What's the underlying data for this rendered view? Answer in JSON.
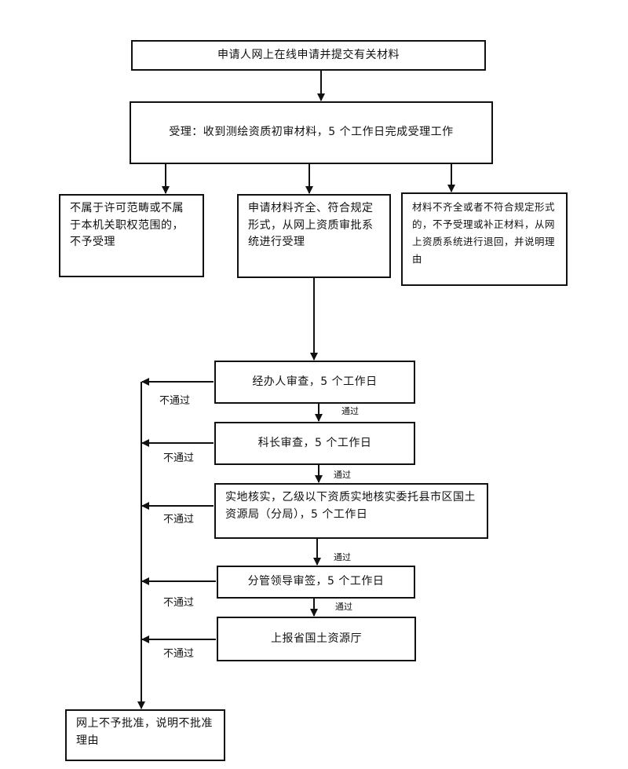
{
  "boxes": {
    "apply": "申请人网上在线申请并提交有关材料",
    "accept": "受理：收到测绘资质初审材料，5 个工作日完成受理工作",
    "not_in_scope": "不属于许可范畴或不属于本机关职权范围的，不予受理",
    "complete": "申请材料齐全、符合规定形式，从网上资质审批系统进行受理",
    "incomplete": "材料不齐全或者不符合规定形式的，不予受理或补正材料，从网上资质系统进行退回，并说明理由",
    "handler_review": "经办人审查，5 个工作日",
    "section_chief_review": "科长审查，5 个工作日",
    "field_verification": "实地核实，乙级以下资质实地核实委托县市区国土资源局（分局），5 个工作日",
    "leader_sign": "分管领导审签，5 个工作日",
    "report_province": "上报省国土资源厅",
    "reject": "网上不予批准，说明不批准理由"
  },
  "labels": {
    "pass": "通过",
    "fail": "不通过"
  }
}
